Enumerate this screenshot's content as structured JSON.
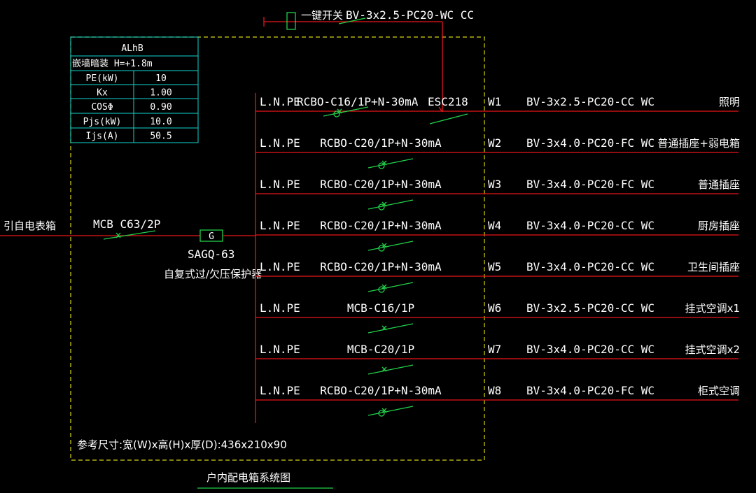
{
  "table": {
    "title": "ALhB",
    "subtitle": "嵌墙暗装 H=+1.8m",
    "rows": [
      {
        "label": "PE(kW)",
        "value": "10"
      },
      {
        "label": "Kx",
        "value": "1.00"
      },
      {
        "label": "COSΦ",
        "value": "0.90"
      },
      {
        "label": "Pjs(kW)",
        "value": "10.0"
      },
      {
        "label": "Ijs(A)",
        "value": "50.5"
      }
    ]
  },
  "top_switch": {
    "label": "一键开关",
    "cable": "BV-3x2.5-PC20-WC CC"
  },
  "incoming": {
    "source": "引自电表箱",
    "breaker": "MCB C63/2P",
    "protector_symbol": "G",
    "protector_model": "SAGQ-63",
    "protector_desc": "自复式过/欠压保护器"
  },
  "circuits": [
    {
      "phase": "L.N.PE",
      "breaker": "RCBO-C16/1P+N-30mA",
      "extra": "ESC218",
      "id": "W1",
      "cable": "BV-3x2.5-PC20-CC WC",
      "load": "照明"
    },
    {
      "phase": "L.N.PE",
      "breaker": "RCBO-C20/1P+N-30mA",
      "extra": "",
      "id": "W2",
      "cable": "BV-3x4.0-PC20-FC WC",
      "load": "普通插座+弱电箱"
    },
    {
      "phase": "L.N.PE",
      "breaker": "RCBO-C20/1P+N-30mA",
      "extra": "",
      "id": "W3",
      "cable": "BV-3x4.0-PC20-FC WC",
      "load": "普通插座"
    },
    {
      "phase": "L.N.PE",
      "breaker": "RCBO-C20/1P+N-30mA",
      "extra": "",
      "id": "W4",
      "cable": "BV-3x4.0-PC20-CC WC",
      "load": "厨房插座"
    },
    {
      "phase": "L.N.PE",
      "breaker": "RCBO-C20/1P+N-30mA",
      "extra": "",
      "id": "W5",
      "cable": "BV-3x4.0-PC20-CC WC",
      "load": "卫生间插座"
    },
    {
      "phase": "L.N.PE",
      "breaker": "MCB-C16/1P",
      "extra": "",
      "id": "W6",
      "cable": "BV-3x2.5-PC20-CC WC",
      "load": "挂式空调x1"
    },
    {
      "phase": "L.N.PE",
      "breaker": "MCB-C20/1P",
      "extra": "",
      "id": "W7",
      "cable": "BV-3x4.0-PC20-CC WC",
      "load": "挂式空调x2"
    },
    {
      "phase": "L.N.PE",
      "breaker": "RCBO-C20/1P+N-30mA",
      "extra": "",
      "id": "W8",
      "cable": "BV-3x4.0-PC20-FC WC",
      "load": "柜式空调"
    }
  ],
  "dimensions_note": "参考尺寸:宽(W)x高(H)x厚(D):436x210x90",
  "diagram_title": "户内配电箱系统图",
  "colors": {
    "line": "#e8151b",
    "breaker": "#22d04a",
    "table": "#10d6cf",
    "box": "#d6d312",
    "text": "#ffffff"
  }
}
